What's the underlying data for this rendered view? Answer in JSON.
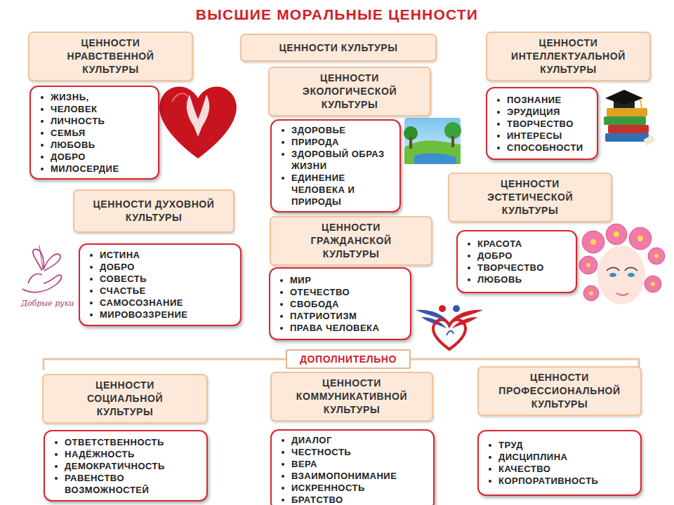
{
  "diagram": {
    "title": "ВЫСШИЕ МОРАЛЬНЫЕ ЦЕННОСТИ",
    "nodes": [
      {
        "text": [
          "ЦЕННОСТИ НРАВСТВЕННОЙ КУЛЬТУРЫ"
        ]
      },
      {
        "text": [
          "ЖИЗНЬ,",
          "ЧЕЛОВЕК",
          "ЛИЧНОСТЬ",
          "СЕМЬЯ",
          "ЛЮБОВЬ",
          "ДОБРО",
          "МИЛОСЕРДИЕ"
        ]
      },
      {
        "text": [
          "ЦЕННОСТИ КУЛЬТУРЫ"
        ]
      },
      {
        "text": [
          "ЦЕННОСТИ ИНТЕЛЛЕКТУАЛЬНОЙ КУЛЬТУРЫ"
        ]
      },
      {
        "text": [
          "ПОЗНАНИЕ",
          "ЭРУДИЦИЯ",
          "ТВОРЧЕСТВО",
          "ИНТЕРЕСЫ",
          "СПОСОБНОСТИ"
        ]
      },
      {
        "text": [
          "ЦЕННОСТИ ЭКОЛОГИЧЕСКОЙ КУЛЬТУРЫ"
        ]
      },
      {
        "text": [
          "ЗДОРОВЬЕ",
          "ПРИРОДА",
          "ЗДОРОВЫЙ ОБРАЗ ЖИЗНИ",
          "ЕДИНЕНИЕ ЧЕЛОВЕКА И ПРИРОДЫ"
        ]
      },
      {
        "text": [
          "ЦЕННОСТИ ДУХОВНОЙ КУЛЬТУРЫ"
        ]
      },
      {
        "text": [
          "ИСТИНА",
          "ДОБРО",
          "СОВЕСТЬ",
          "СЧАСТЬЕ",
          "САМОСОЗНАНИЕ",
          "МИРОВОЗЗРЕНИЕ"
        ]
      },
      {
        "text": [
          "ЦЕННОСТИ ЭСТЕТИЧЕСКОЙ КУЛЬТУРЫ"
        ]
      },
      {
        "text": [
          "КРАСОТА",
          "ДОБРО",
          "ТВОРЧЕСТВО",
          "ЛЮБОВЬ"
        ]
      },
      {
        "text": [
          "ЦЕННОСТИ ГРАЖДАНСКОЙ КУЛЬТУРЫ"
        ]
      },
      {
        "text": [
          "МИР",
          "ОТЕЧЕСТВО",
          "СВОБОДА",
          "ПАТРИОТИЗМ",
          "ПРАВА ЧЕЛОВЕКА"
        ]
      },
      {
        "text": [
          "ДОПОЛНИТЕЛЬНО"
        ]
      },
      {
        "text": [
          "ЦЕННОСТИ СОЦИАЛЬНОЙ КУЛЬТУРЫ"
        ]
      },
      {
        "text": [
          "ОТВЕТСТВЕННОСТЬ",
          "НАДЁЖНОСТЬ",
          "ДЕМОКРАТИЧНОСТЬ",
          "РАВЕНСТВО ВОЗМОЖНОСТЕЙ"
        ]
      },
      {
        "text": [
          "ЦЕННОСТИ КОММУНИКАТИВНОЙ КУЛЬТУРЫ"
        ]
      },
      {
        "text": [
          "ДИАЛОГ",
          "ЧЕСТНОСТЬ",
          "ВЕРА",
          "ВЗАИМОПОНИМАНИЕ",
          "ИСКРЕННОСТЬ",
          "БРАТСТВО"
        ]
      },
      {
        "text": [
          "ЦЕННОСТИ ПРОФЕССИОНАЛЬНОЙ КУЛЬТУРЫ"
        ]
      },
      {
        "text": [
          "ТРУД",
          "ДИСЦИПЛИНА",
          "КАЧЕСТВО",
          "КОРПОРАТИВНОСТЬ"
        ]
      }
    ],
    "labels": [
      "Добрые руки"
    ]
  }
}
